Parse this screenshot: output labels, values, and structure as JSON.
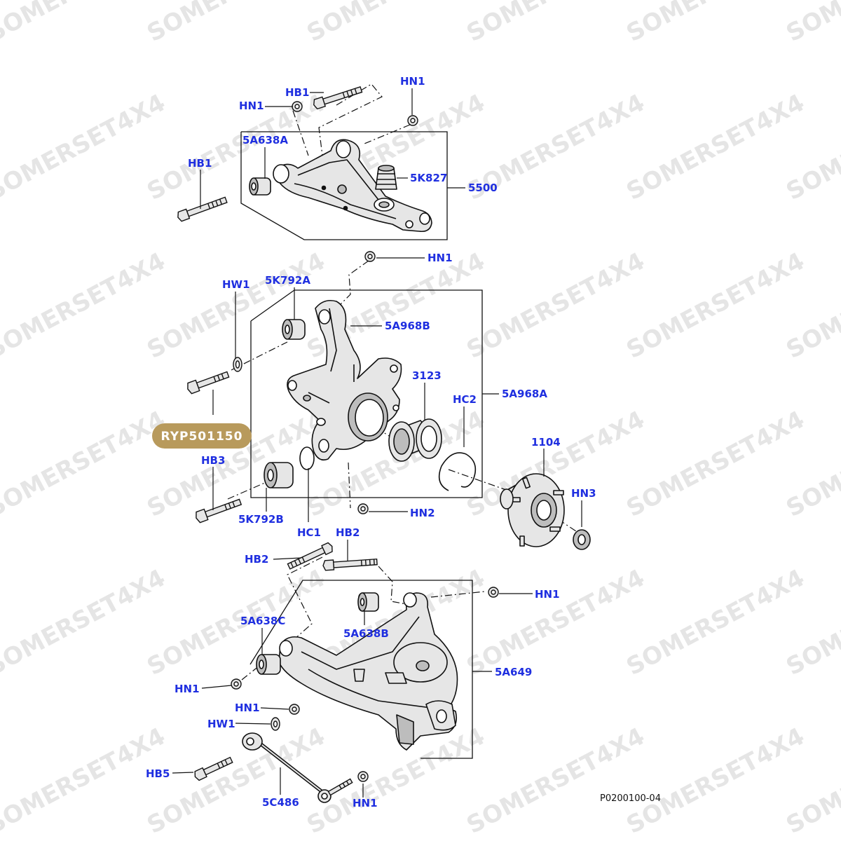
{
  "colors": {
    "callout": "#1f2fe0",
    "line": "#111111",
    "part_fill": "#e6e6e6",
    "part_shade": "#bdbdbd",
    "watermark": "#cfcfcf",
    "pill_bg": "#b89a5c",
    "pill_text": "#ffffff"
  },
  "watermark": {
    "text": "SOMERSET4X4"
  },
  "highlight": {
    "part_number": "RYP501150"
  },
  "reference": "P0200100-04",
  "callouts": {
    "hn1_a": "HN1",
    "hb1_a": "HB1",
    "hn1_b": "HN1",
    "a638a": "5A638A",
    "hb1_b": "HB1",
    "k827": "5K827",
    "p5500": "5500",
    "hn1_c": "HN1",
    "hw1_a": "HW1",
    "k792a": "5K792A",
    "a968b": "5A968B",
    "p3123": "3123",
    "hc2": "HC2",
    "a968a": "5A968A",
    "hb3": "HB3",
    "p1104": "1104",
    "hn3": "HN3",
    "hn2": "HN2",
    "k792b": "5K792B",
    "hc1": "HC1",
    "hb2_a": "HB2",
    "hb2_b": "HB2",
    "hn1_d": "HN1",
    "a638c": "5A638C",
    "a638b": "5A638B",
    "a649": "5A649",
    "hn1_e": "HN1",
    "hn1_f": "HN1",
    "hw1_b": "HW1",
    "hb5": "HB5",
    "c486": "5C486",
    "hn1_g": "HN1"
  }
}
